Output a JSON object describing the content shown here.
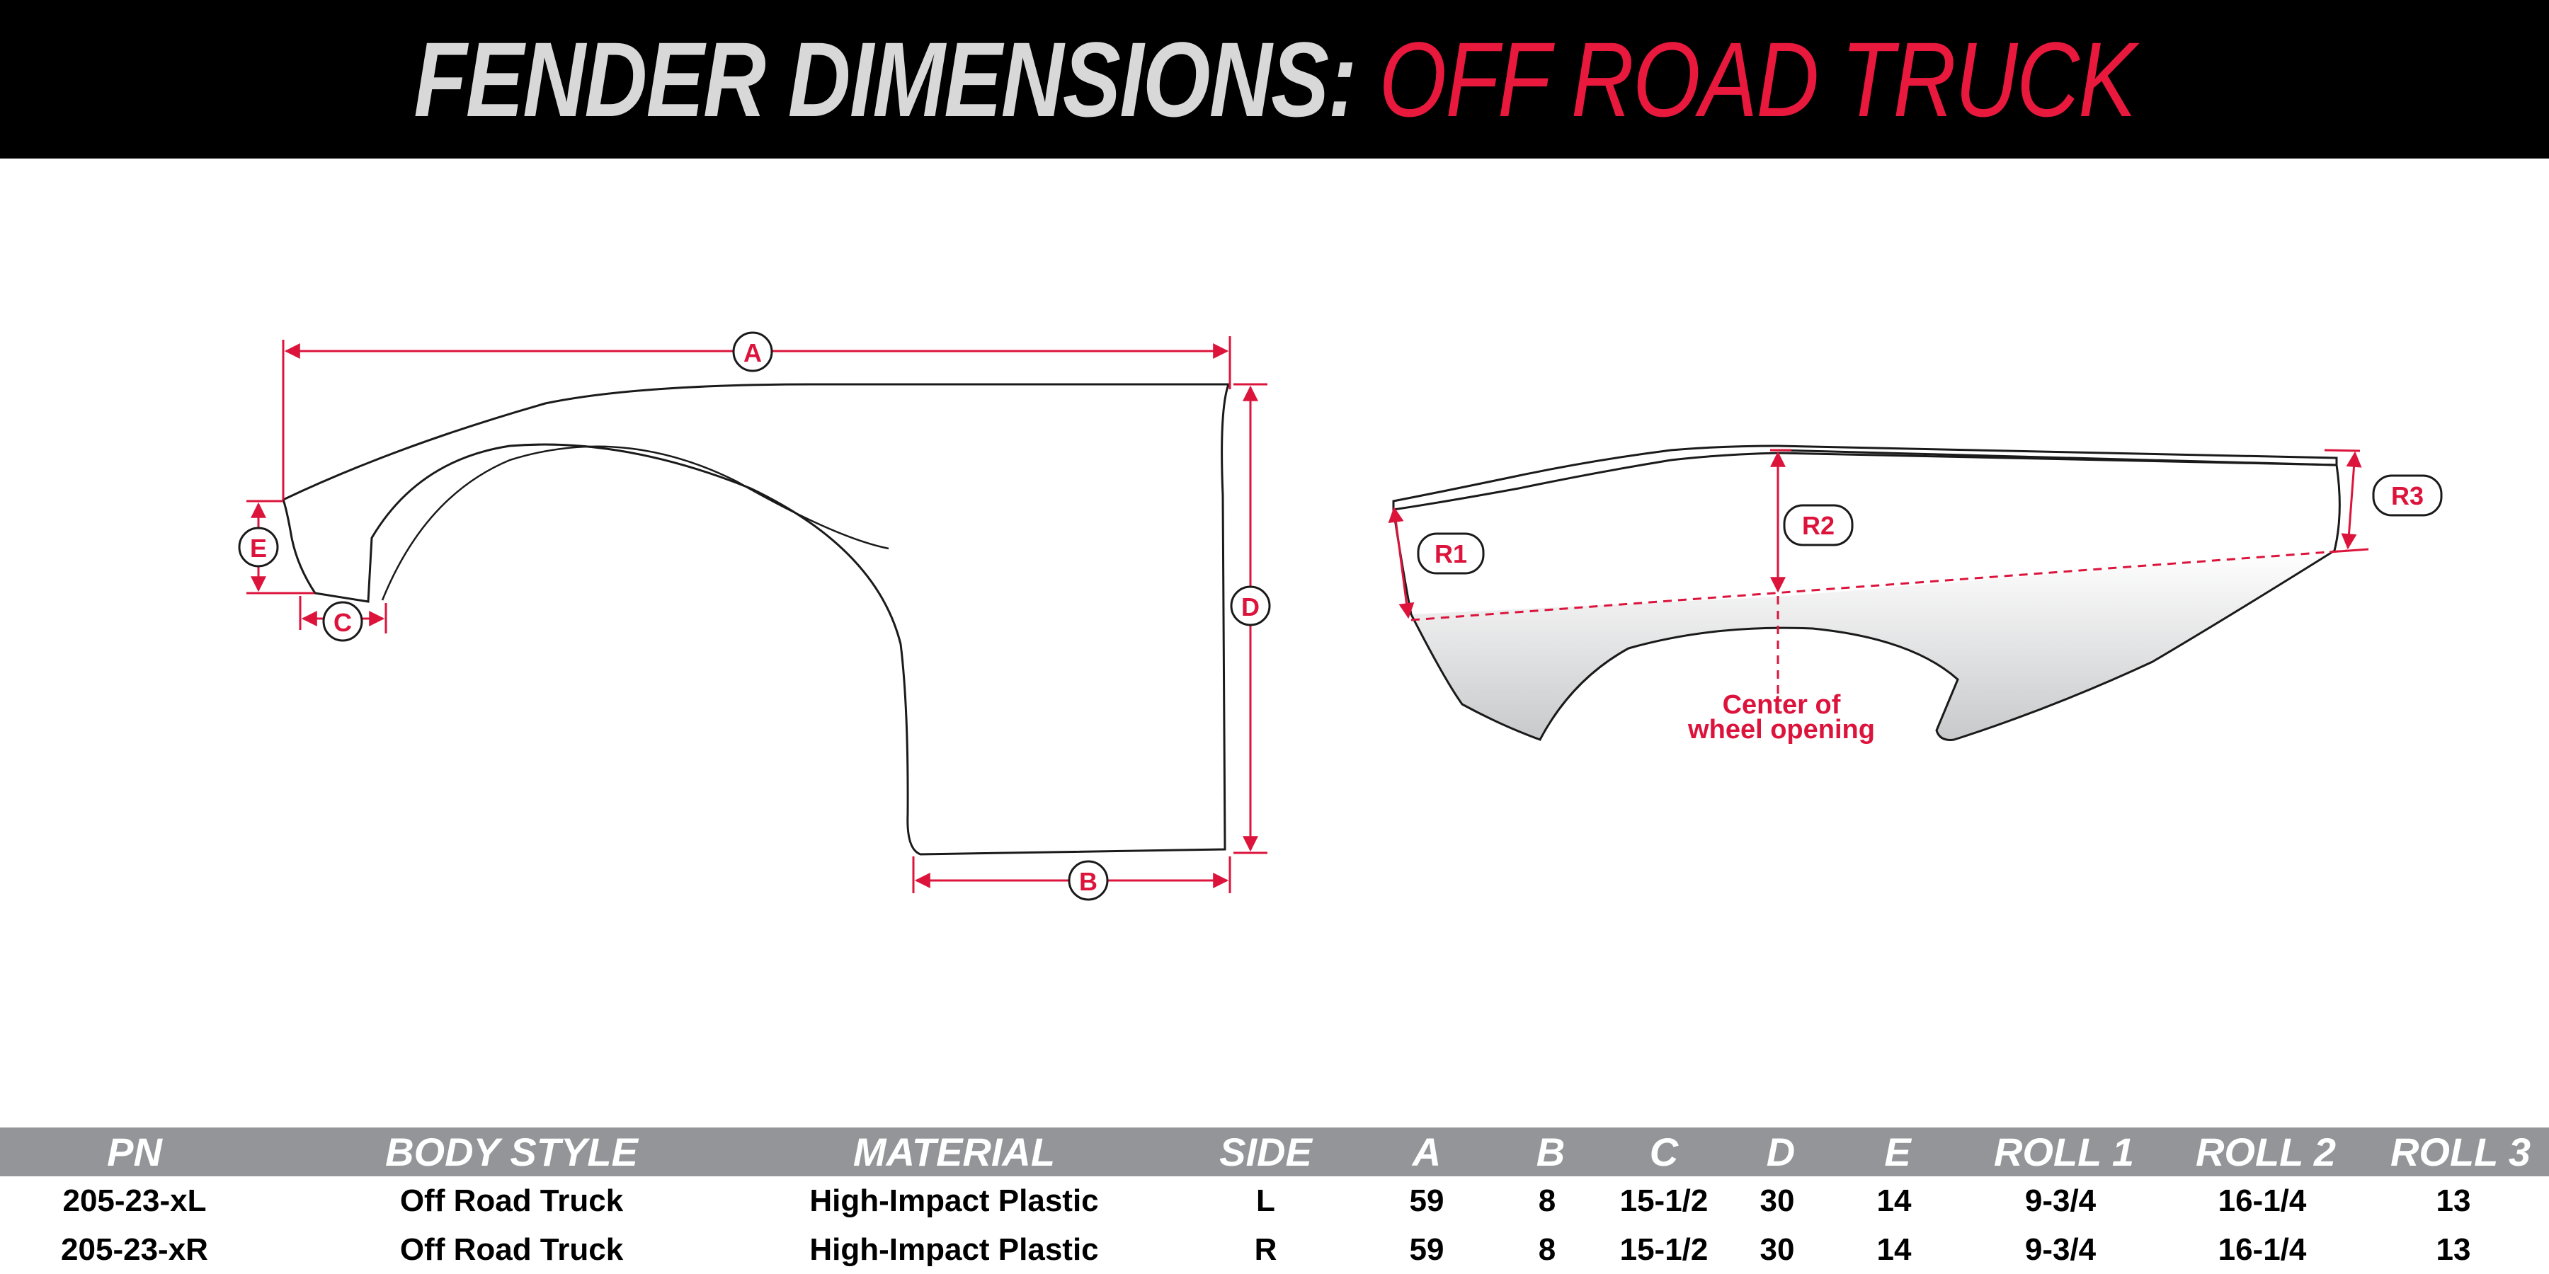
{
  "header": {
    "title_main": "FENDER DIMENSIONS:",
    "title_sub": "OFF ROAD TRUCK",
    "title_sub_color": "#e8193c",
    "background": "#000000"
  },
  "diagram": {
    "accent_color": "#dc143c",
    "left_labels": {
      "a": "A",
      "b": "B",
      "c": "C",
      "d": "D",
      "e": "E"
    },
    "right_labels": {
      "r1": "R1",
      "r2": "R2",
      "r3": "R3"
    },
    "center_note_line1": "Center of",
    "center_note_line2": "wheel opening"
  },
  "table": {
    "columns": [
      "PN",
      "BODY STYLE",
      "MATERIAL",
      "SIDE",
      "A",
      "B",
      "C",
      "D",
      "E",
      "ROLL 1",
      "ROLL 2",
      "ROLL 3"
    ],
    "rows": [
      [
        "205-23-xL",
        "Off Road Truck",
        "High-Impact Plastic",
        "L",
        "59",
        "8",
        "15-1/2",
        "30",
        "14",
        "9-3/4",
        "16-1/4",
        "13"
      ],
      [
        "205-23-xR",
        "Off Road Truck",
        "High-Impact Plastic",
        "R",
        "59",
        "8",
        "15-1/2",
        "30",
        "14",
        "9-3/4",
        "16-1/4",
        "13"
      ]
    ]
  }
}
